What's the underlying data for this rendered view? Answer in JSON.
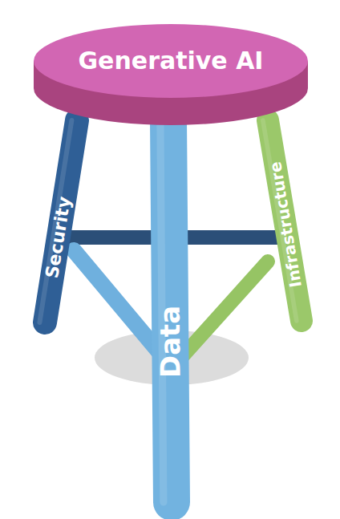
{
  "diagram": {
    "nodes": [
      {
        "text": [
          "Generative AI"
        ]
      },
      {
        "text": [
          "Security"
        ]
      },
      {
        "text": [
          "Data"
        ]
      },
      {
        "text": [
          "Infrastructure"
        ]
      }
    ]
  }
}
